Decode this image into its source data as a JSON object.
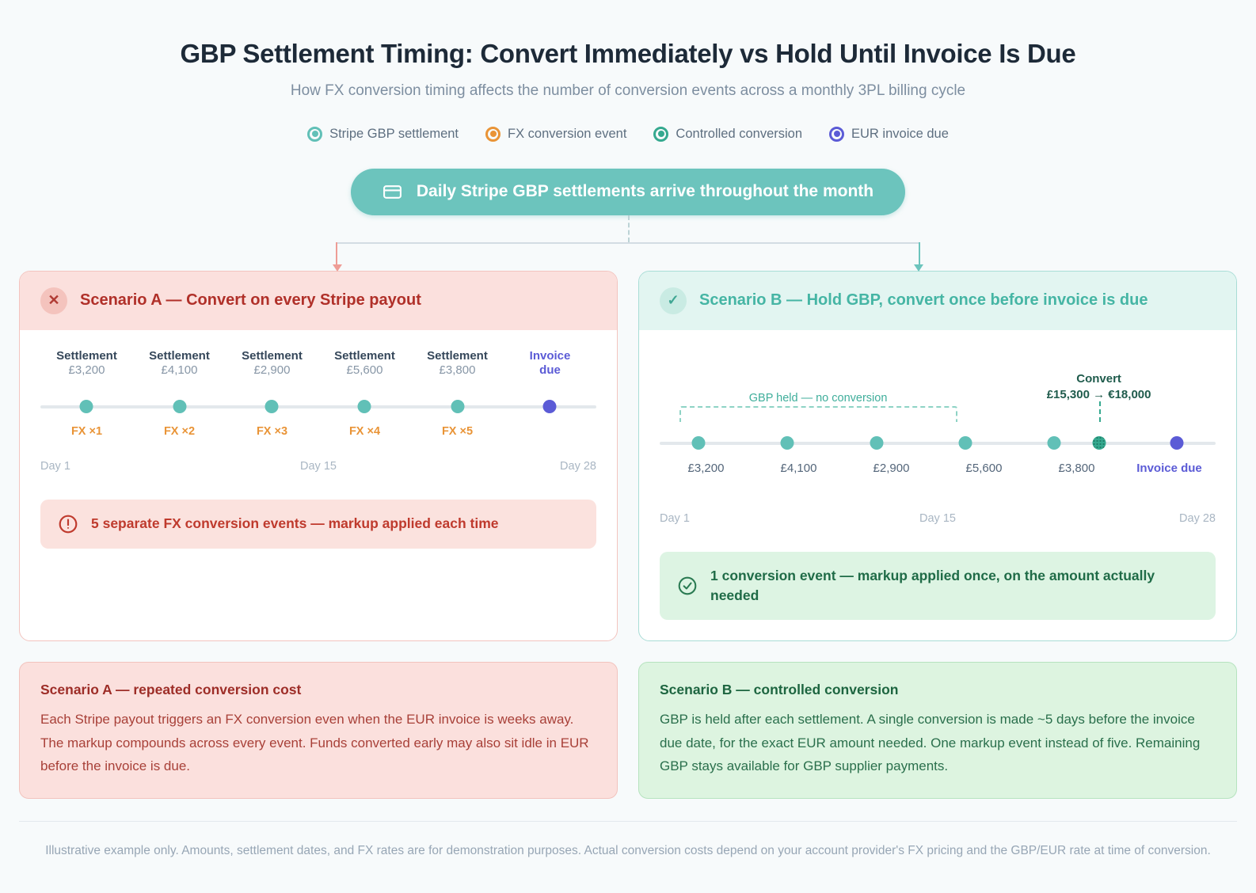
{
  "header": {
    "title": "GBP Settlement Timing: Convert Immediately vs Hold Until Invoice Is Due",
    "subtitle": "How FX conversion timing affects the number of conversion events across a monthly 3PL billing cycle"
  },
  "legend": [
    {
      "label": "Stripe GBP settlement",
      "color": "#61c0b7",
      "icon": "ring-marker-icon"
    },
    {
      "label": "FX conversion event",
      "color": "#e99437",
      "icon": "ring-marker-icon"
    },
    {
      "label": "Controlled conversion",
      "color": "#35a98f",
      "icon": "ring-marker-icon"
    },
    {
      "label": "EUR invoice due",
      "color": "#5b5bd6",
      "icon": "ring-marker-icon"
    }
  ],
  "banner": {
    "text": "Daily Stripe GBP settlements arrive throughout the month",
    "icon": "card-icon",
    "color": "#6cc4bd"
  },
  "scenario_a": {
    "badge": "✕",
    "title": "Scenario A — Convert on every Stripe payout",
    "accent": "#b03029",
    "timeline": {
      "points": [
        {
          "top_label": "Settlement",
          "amount": "£3,200",
          "fx": "FX ×1",
          "type": "settlement"
        },
        {
          "top_label": "Settlement",
          "amount": "£4,100",
          "fx": "FX ×2",
          "type": "settlement"
        },
        {
          "top_label": "Settlement",
          "amount": "£2,900",
          "fx": "FX ×3",
          "type": "settlement"
        },
        {
          "top_label": "Settlement",
          "amount": "£5,600",
          "fx": "FX ×4",
          "type": "settlement"
        },
        {
          "top_label": "Settlement",
          "amount": "£3,800",
          "fx": "FX ×5",
          "type": "settlement"
        },
        {
          "top_label": "Invoice",
          "amount": "due",
          "fx": "",
          "type": "invoice"
        }
      ],
      "days": {
        "start": "Day 1",
        "mid": "Day 15",
        "end": "Day 28"
      }
    },
    "callout": {
      "icon": "alert-circle-icon",
      "text": "5 separate FX conversion events — markup applied each time"
    }
  },
  "scenario_b": {
    "badge": "✓",
    "title": "Scenario B — Hold GBP, convert once before invoice is due",
    "accent": "#45b5a4",
    "timeline": {
      "held_label": "GBP held — no conversion",
      "convert_label": "Convert",
      "convert_amount": "£15,300 → €18,000",
      "points": [
        {
          "amount": "£3,200",
          "type": "settlement"
        },
        {
          "amount": "£4,100",
          "type": "settlement"
        },
        {
          "amount": "£2,900",
          "type": "settlement"
        },
        {
          "amount": "£5,600",
          "type": "settlement"
        },
        {
          "amount": "£3,800",
          "type": "settlement"
        },
        {
          "amount": "",
          "type": "convert"
        },
        {
          "amount": "Invoice due",
          "type": "invoice"
        }
      ],
      "days": {
        "start": "Day 1",
        "mid": "Day 15",
        "end": "Day 28"
      }
    },
    "callout": {
      "icon": "check-circle-icon",
      "text": "1 conversion event — markup applied once, on the amount actually needed"
    }
  },
  "explain_a": {
    "title": "Scenario A — repeated conversion cost",
    "body": "Each Stripe payout triggers an FX conversion even when the EUR invoice is weeks away. The markup compounds across every event. Funds converted early may also sit idle in EUR before the invoice is due."
  },
  "explain_b": {
    "title": "Scenario B — controlled conversion",
    "body": "GBP is held after each settlement. A single conversion is made ~5 days before the invoice due date, for the exact EUR amount needed. One markup event instead of five. Remaining GBP stays available for GBP supplier payments."
  },
  "footer": {
    "text": "Illustrative example only. Amounts, settlement dates, and FX rates are for demonstration purposes. Actual conversion costs depend on your account provider's FX pricing and the GBP/EUR rate at time of conversion."
  }
}
